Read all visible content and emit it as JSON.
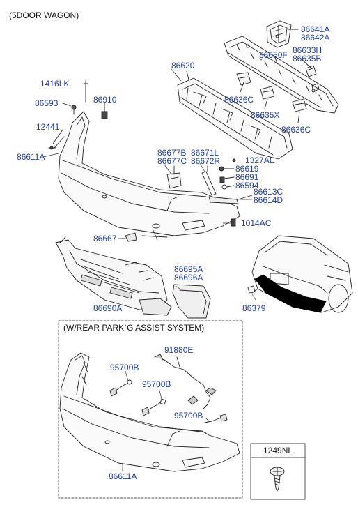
{
  "header": {
    "title": "(5DOOR WAGON)"
  },
  "colors": {
    "label": "#1f3fa8",
    "line": "#222222",
    "text": "#111111"
  },
  "labels": {
    "p86641A": "86641A",
    "p86642A": "86642A",
    "p86633H": "86633H",
    "p86635B": "86635B",
    "p86650F": "86650F",
    "p86620": "86620",
    "p1416LK": "1416LK",
    "p86910": "86910",
    "p86593": "86593",
    "p86636C_1": "86636C",
    "p86635X": "86635X",
    "p86636C_2": "86636C",
    "p12441": "12441",
    "p86611A_top": "86611A",
    "p86677B": "86677B",
    "p86677C": "86677C",
    "p86671L": "86671L",
    "p86672R": "86672R",
    "p1327AE": "1327AE",
    "p86619": "86619",
    "p86691": "86691",
    "p86594": "86594",
    "p86613C": "86613C",
    "p86614D": "86614D",
    "p1014AC": "1014AC",
    "p86667": "86667",
    "p86695A": "86695A",
    "p86696A": "86696A",
    "p86690A": "86690A",
    "p86379": "86379",
    "p91880E": "91880E",
    "p95700B_1": "95700B",
    "p95700B_2": "95700B",
    "p95700B_3": "95700B",
    "p86611A_bottom": "86611A"
  },
  "assist_box": {
    "title": "(W/REAR PARK`G ASSIST SYSTEM)"
  },
  "fastener_box": {
    "title": "1249NL"
  }
}
